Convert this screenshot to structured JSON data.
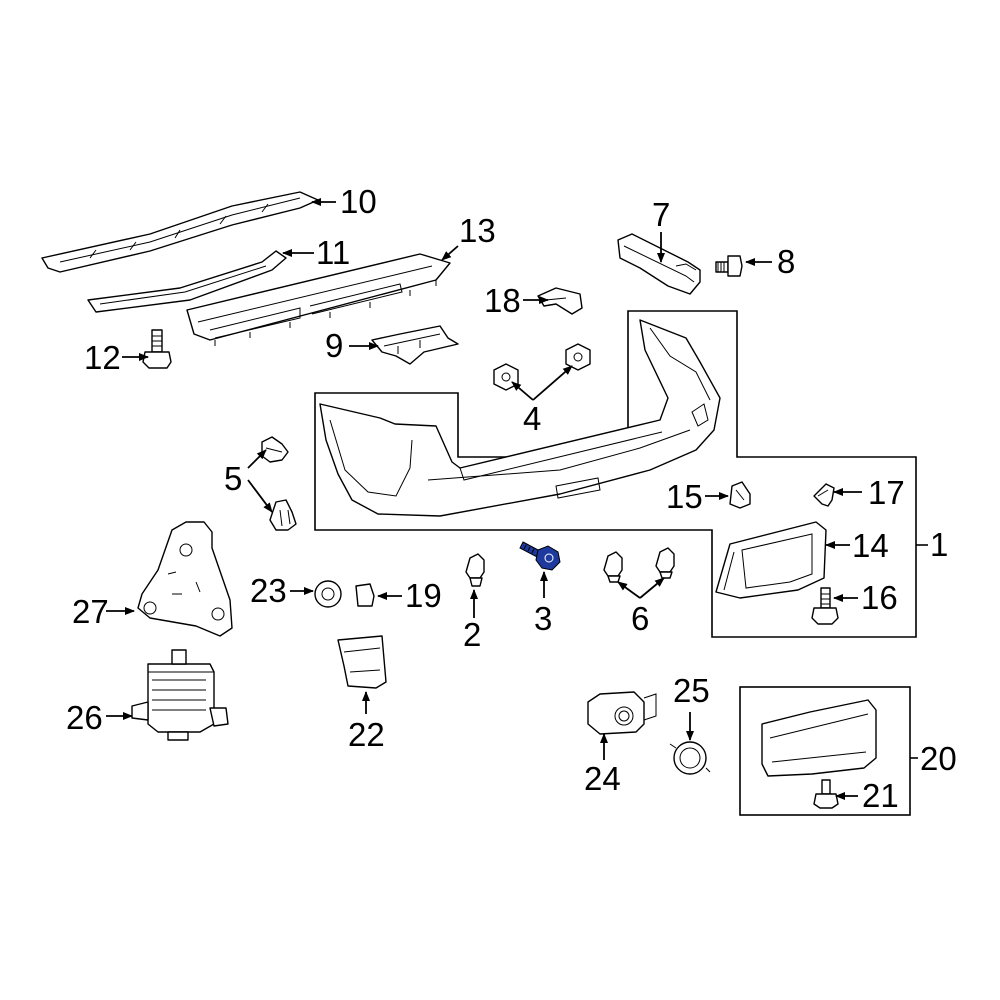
{
  "diagram": {
    "highlight_color": "#1f3a9e",
    "callouts": [
      {
        "key": "c1",
        "text": "1"
      },
      {
        "key": "c2",
        "text": "2"
      },
      {
        "key": "c3",
        "text": "3"
      },
      {
        "key": "c4",
        "text": "4"
      },
      {
        "key": "c5",
        "text": "5"
      },
      {
        "key": "c6",
        "text": "6"
      },
      {
        "key": "c7",
        "text": "7"
      },
      {
        "key": "c8",
        "text": "8"
      },
      {
        "key": "c9",
        "text": "9"
      },
      {
        "key": "c10",
        "text": "10"
      },
      {
        "key": "c11",
        "text": "11"
      },
      {
        "key": "c12",
        "text": "12"
      },
      {
        "key": "c13",
        "text": "13"
      },
      {
        "key": "c14",
        "text": "14"
      },
      {
        "key": "c15",
        "text": "15"
      },
      {
        "key": "c16",
        "text": "16"
      },
      {
        "key": "c17",
        "text": "17"
      },
      {
        "key": "c18",
        "text": "18"
      },
      {
        "key": "c19",
        "text": "19"
      },
      {
        "key": "c20",
        "text": "20"
      },
      {
        "key": "c21",
        "text": "21"
      },
      {
        "key": "c22",
        "text": "22"
      },
      {
        "key": "c23",
        "text": "23"
      },
      {
        "key": "c24",
        "text": "24"
      },
      {
        "key": "c25",
        "text": "25"
      },
      {
        "key": "c26",
        "text": "26"
      },
      {
        "key": "c27",
        "text": "27"
      }
    ]
  }
}
